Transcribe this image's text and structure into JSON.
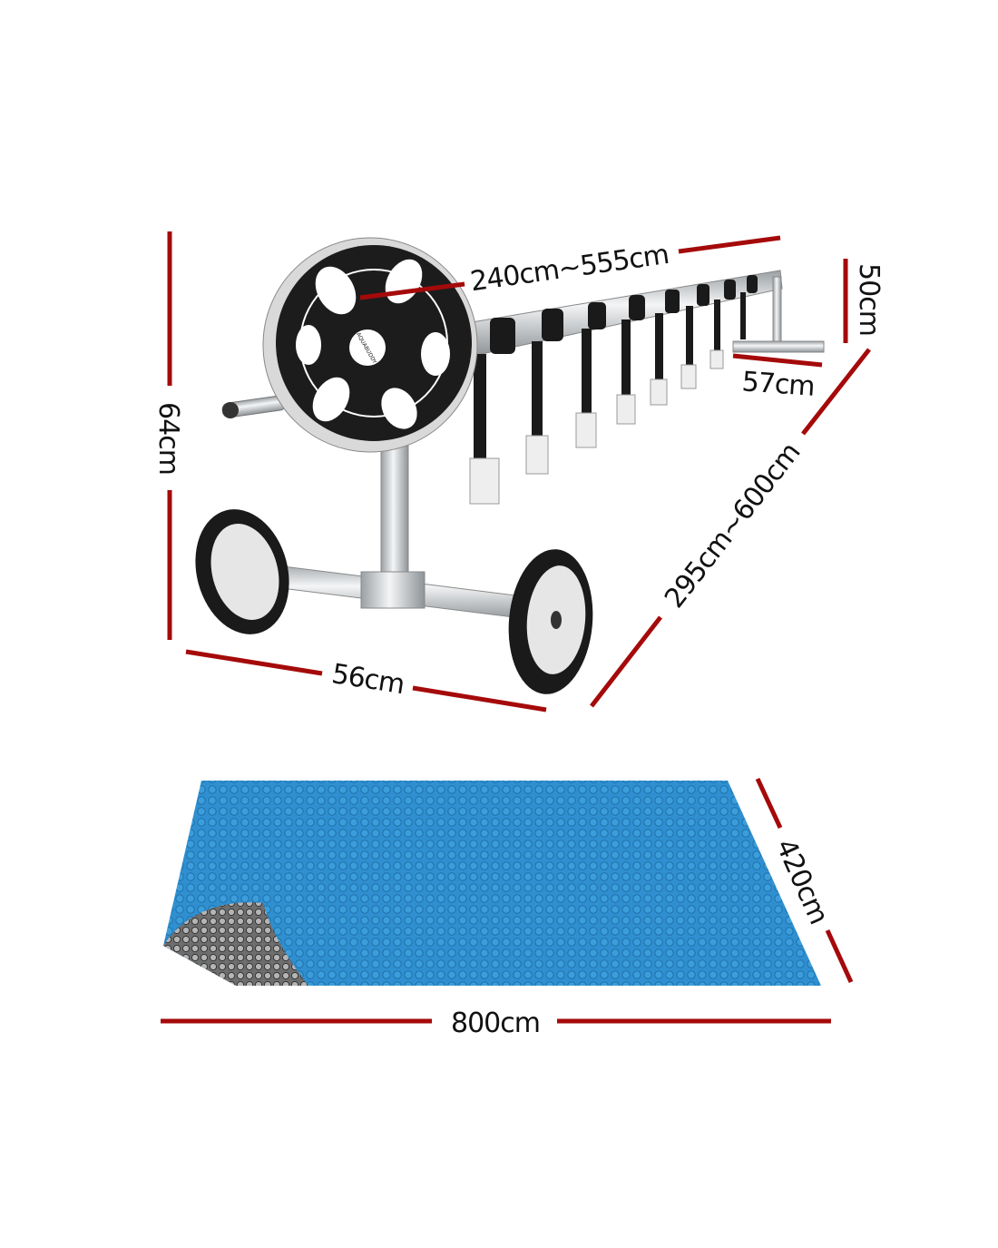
{
  "roller": {
    "logo_text": "AQUABUDDY",
    "dimensions": {
      "height": "64cm",
      "base_width": "56cm",
      "tube_length": "240cm~555cm",
      "end_stand_height": "50cm",
      "end_stand_width": "57cm",
      "pool_width_range": "295cm~600cm"
    }
  },
  "cover": {
    "dimensions": {
      "width": "420cm",
      "length": "800cm"
    }
  },
  "colors": {
    "dimension_line": "#a50a0a",
    "cover_blue": "#2f8fd0",
    "cover_back": "#8a8a8a",
    "wheel": "#1c1c1c",
    "tube": "#cfd3d6"
  }
}
